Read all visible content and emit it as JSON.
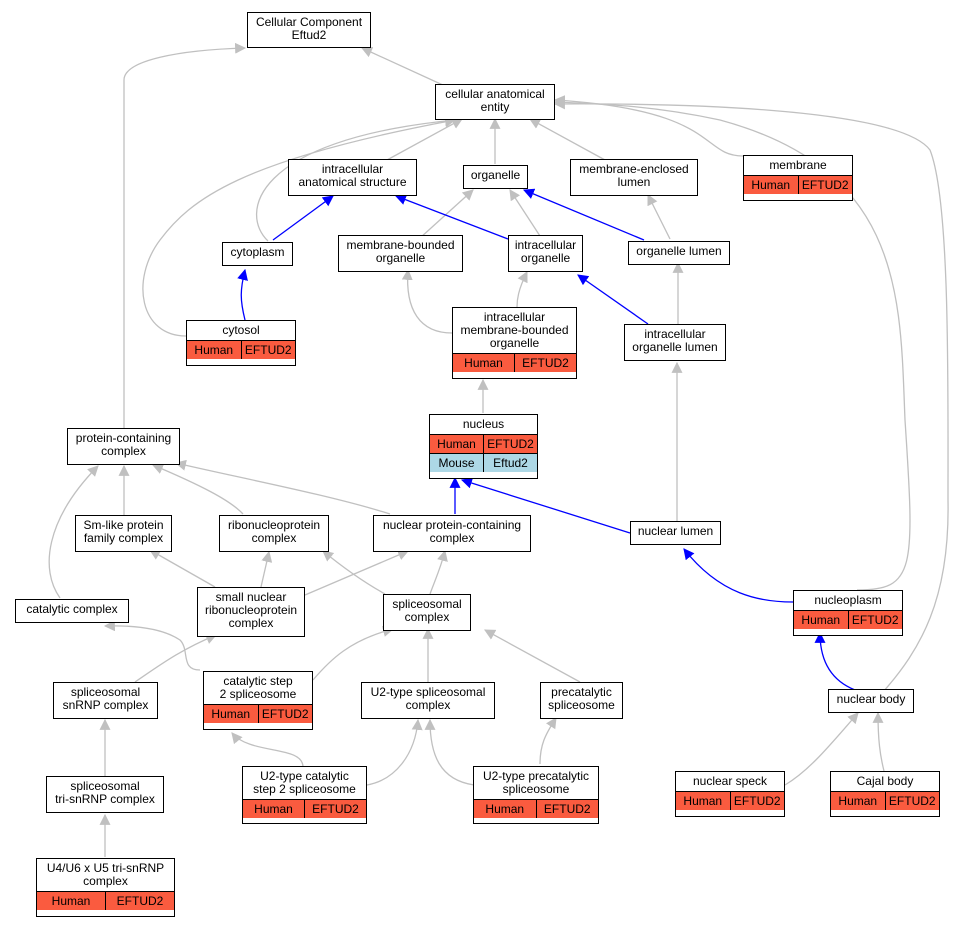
{
  "colors": {
    "gray_edge": "#c0c0c0",
    "blue_edge": "#0000ff",
    "human": "#fa5b3f",
    "mouse": "#add8e6"
  },
  "nodes": {
    "cc": {
      "l1": "Cellular Component",
      "l2": "Eftud2"
    },
    "cae": {
      "l1": "cellular anatomical",
      "l2": "entity"
    },
    "ias": {
      "l1": "intracellular",
      "l2": "anatomical structure"
    },
    "org": {
      "l1": "organelle"
    },
    "mel": {
      "l1": "membrane-enclosed",
      "l2": "lumen"
    },
    "mem": {
      "l1": "membrane",
      "human": "Human",
      "gene": "EFTUD2"
    },
    "cyto": {
      "l1": "cytoplasm"
    },
    "mbo": {
      "l1": "membrane-bounded",
      "l2": "organelle"
    },
    "io": {
      "l1": "intracellular",
      "l2": "organelle"
    },
    "ol": {
      "l1": "organelle lumen"
    },
    "cytosol": {
      "l1": "cytosol",
      "human": "Human",
      "gene": "EFTUD2"
    },
    "imbo": {
      "l1": "intracellular",
      "l2": "membrane-bounded",
      "l3": "organelle",
      "human": "Human",
      "gene": "EFTUD2"
    },
    "iol": {
      "l1": "intracellular",
      "l2": "organelle lumen"
    },
    "nucleus": {
      "l1": "nucleus",
      "human": "Human",
      "gene": "EFTUD2",
      "mouse": "Mouse",
      "mgene": "Eftud2"
    },
    "pcc": {
      "l1": "protein-containing",
      "l2": "complex"
    },
    "sm": {
      "l1": "Sm-like protein",
      "l2": "family complex"
    },
    "rnp": {
      "l1": "ribonucleoprotein",
      "l2": "complex"
    },
    "npcc": {
      "l1": "nuclear protein-containing",
      "l2": "complex"
    },
    "nl": {
      "l1": "nuclear lumen"
    },
    "cat": {
      "l1": "catalytic complex"
    },
    "snrnp": {
      "l1": "small nuclear",
      "l2": "ribonucleoprotein",
      "l3": "complex"
    },
    "spl": {
      "l1": "spliceosomal",
      "l2": "complex"
    },
    "np": {
      "l1": "nucleoplasm",
      "human": "Human",
      "gene": "EFTUD2"
    },
    "ssnrnp": {
      "l1": "spliceosomal",
      "l2": "snRNP complex"
    },
    "cs2": {
      "l1": "catalytic step",
      "l2": "2 spliceosome",
      "human": "Human",
      "gene": "EFTUD2"
    },
    "u2": {
      "l1": "U2-type spliceosomal",
      "l2": "complex"
    },
    "pre": {
      "l1": "precatalytic",
      "l2": "spliceosome"
    },
    "nb": {
      "l1": "nuclear body"
    },
    "tri": {
      "l1": "spliceosomal",
      "l2": "tri-snRNP complex"
    },
    "u2c": {
      "l1": "U2-type catalytic",
      "l2": "step 2 spliceosome",
      "human": "Human",
      "gene": "EFTUD2"
    },
    "u2p": {
      "l1": "U2-type precatalytic",
      "l2": "spliceosome",
      "human": "Human",
      "gene": "EFTUD2"
    },
    "ns": {
      "l1": "nuclear speck",
      "human": "Human",
      "gene": "EFTUD2"
    },
    "cajal": {
      "l1": "Cajal body",
      "human": "Human",
      "gene": "EFTUD2"
    },
    "u4": {
      "l1": "U4/U6 x U5 tri-snRNP",
      "l2": "complex",
      "human": "Human",
      "gene": "EFTUD2"
    }
  }
}
